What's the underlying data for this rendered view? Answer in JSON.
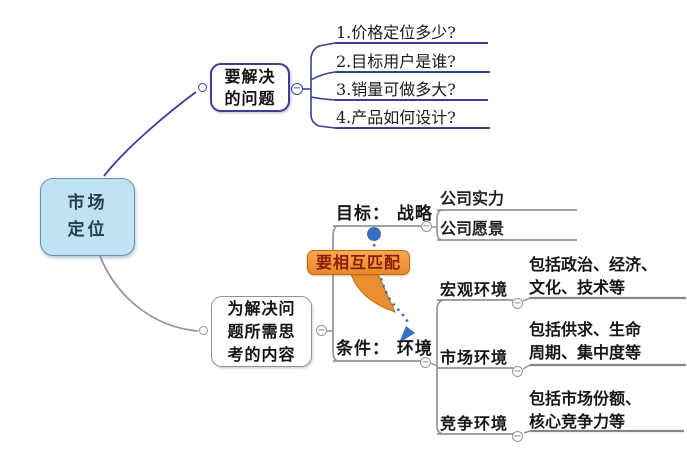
{
  "root": {
    "lines": [
      "市场",
      "定位"
    ]
  },
  "problems_branch": {
    "node_lines": [
      "要解决",
      "的问题"
    ],
    "questions": [
      "1.价格定位多少?",
      "2.目标用户是谁?",
      "3.销量可做多大?",
      "4.产品如何设计?"
    ]
  },
  "thinking_branch": {
    "node_lines": [
      "为解决问",
      "题所需思",
      "考的内容"
    ],
    "goal": {
      "label": "目标： 战略",
      "children": [
        "公司实力",
        "公司愿景"
      ]
    },
    "condition": {
      "label": "条件： 环境",
      "children": [
        {
          "label": "宏观环境",
          "note_lines": [
            "包括政治、经济、",
            "文化、技术等"
          ]
        },
        {
          "label": "市场环境",
          "note_lines": [
            "包括供求、生命",
            "周期、集中度等"
          ]
        },
        {
          "label": "竞争环境",
          "note_lines": [
            "包括市场份额、",
            "核心竞争力等"
          ]
        }
      ]
    },
    "callout": "要相互匹配"
  },
  "icons": {
    "collapse_glyph": "−"
  },
  "colors": {
    "branch_navy": "#3b4094",
    "branch_gray": "#8f959c",
    "root_fill": "#bfe3f1",
    "root_border": "#5e93bb",
    "callout_fill": "#ee9330",
    "callout_border": "#c06a10",
    "callout_text": "#8b1c00",
    "relation_blue": "#3a6fc0"
  }
}
